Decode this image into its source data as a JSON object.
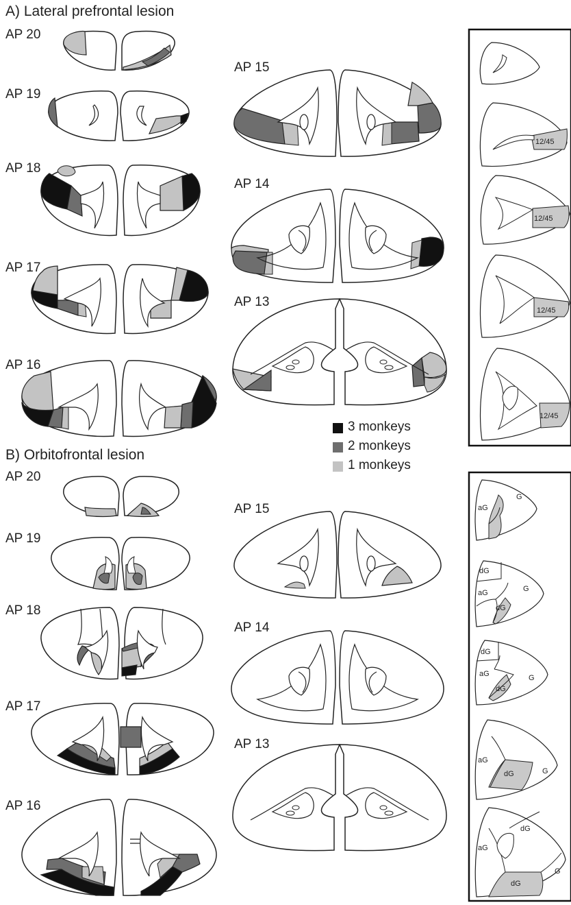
{
  "panels": {
    "A": {
      "heading": "A) Lateral prefrontal lesion",
      "left_sections": [
        "AP 20",
        "AP 19",
        "AP 18",
        "AP 17",
        "AP 16"
      ],
      "middle_sections": [
        "AP 15",
        "AP 14",
        "AP 13"
      ],
      "inset_area_label": "12/45"
    },
    "B": {
      "heading": "B) Orbitofrontal lesion",
      "left_sections": [
        "AP 20",
        "AP 19",
        "AP 18",
        "AP 17",
        "AP 16"
      ],
      "middle_sections": [
        "AP 15",
        "AP 14",
        "AP 13"
      ],
      "inset_labels": {
        "g": "G",
        "ag": "aG",
        "dg": "dG"
      }
    }
  },
  "legend": {
    "items": [
      {
        "label": "3 monkeys",
        "color": "#111111"
      },
      {
        "label": "2 monkeys",
        "color": "#6e6e6e"
      },
      {
        "label": "1 monkeys",
        "color": "#c3c3c3"
      }
    ]
  }
}
